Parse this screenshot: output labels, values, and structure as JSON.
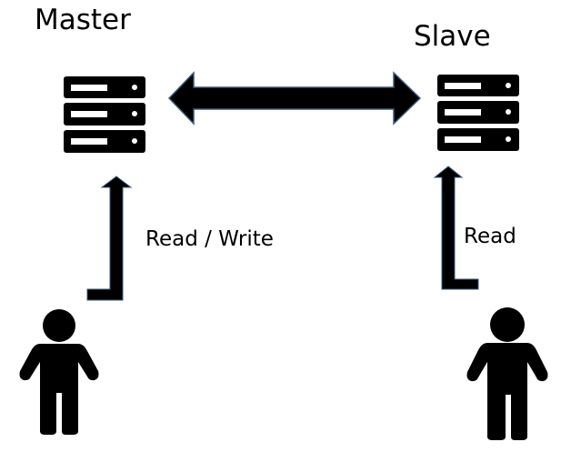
{
  "nodes": {
    "master": {
      "label": "Master",
      "icon": "server-icon"
    },
    "slave": {
      "label": "Slave",
      "icon": "server-icon"
    }
  },
  "edges": {
    "replication": {
      "type": "bidirectional",
      "icon": "double-arrow-icon"
    },
    "master_access": {
      "label": "Read / Write",
      "icon": "bent-arrow-icon"
    },
    "slave_access": {
      "label": "Read",
      "icon": "bent-arrow-icon"
    }
  },
  "users": [
    {
      "icon": "person-icon"
    },
    {
      "icon": "person-icon"
    }
  ],
  "colors": {
    "ink": "#000000",
    "arrow_outline": "#3a5a80",
    "background": "#ffffff"
  }
}
